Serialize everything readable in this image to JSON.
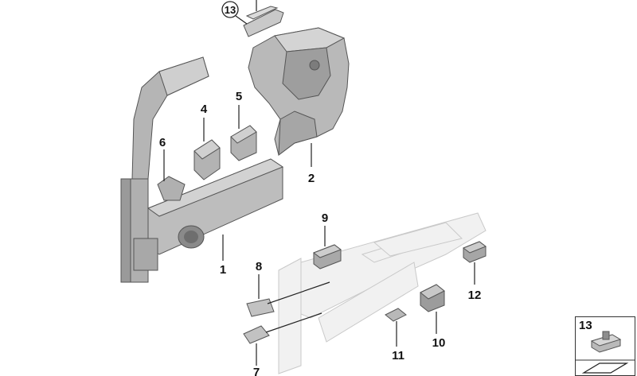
{
  "callouts": {
    "n1": "1",
    "n2": "2",
    "n4": "4",
    "n5": "5",
    "n6": "6",
    "n7": "7",
    "n8": "8",
    "n9": "9",
    "n10": "10",
    "n11": "11",
    "n12": "12",
    "n13": "13"
  },
  "inset": {
    "label": "13"
  },
  "colors": {
    "part_fill": "#b8b8b8",
    "part_shade": "#8f8f8f",
    "ghost_fill": "#efefef",
    "line": "#222222"
  }
}
